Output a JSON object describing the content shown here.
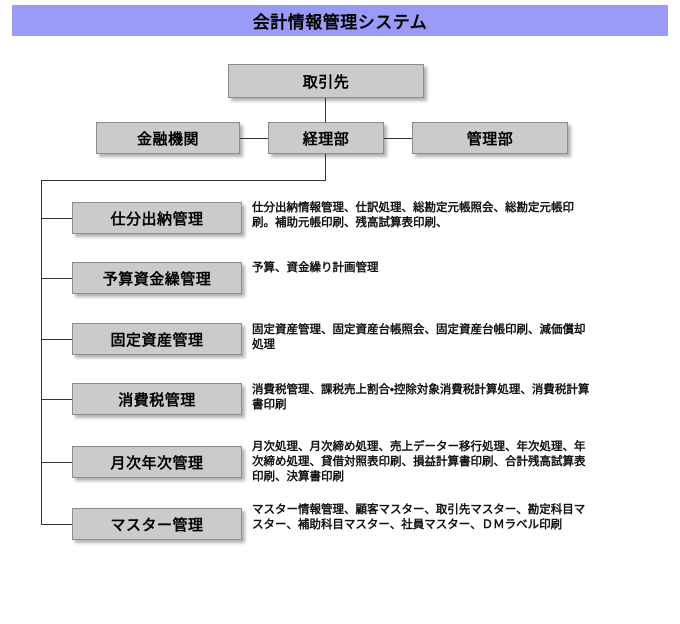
{
  "header": {
    "title": "会計情報管理システム",
    "banner_color": "#9a9af7"
  },
  "org_chart": {
    "top_node": {
      "label": "取引先"
    },
    "left_node": {
      "label": "金融機関"
    },
    "center_node": {
      "label": "経理部"
    },
    "right_node": {
      "label": "管理部"
    }
  },
  "modules": [
    {
      "label": "仕分出納管理",
      "description": "仕分出納情報管理、仕訳処理、総勘定元帳照会、総勘定元帳印刷。補助元帳印刷、残高試算表印刷、"
    },
    {
      "label": "予算資金繰管理",
      "description": "予算、資金繰り計画管理"
    },
    {
      "label": "固定資産管理",
      "description": "固定資産管理、固定資産台帳照会、固定資産台帳印刷、減価償却処理"
    },
    {
      "label": "消費税管理",
      "description": "消費税管理、課税売上割合・控除対象消費税計算処理、消費税計算書印刷"
    },
    {
      "label": "月次年次管理",
      "description": "月次処理、月次締め処理、売上データー移行処理、年次処理、年次締め処理、貸借対照表印刷、損益計算書印刷、合計残高試算表印刷、決算書印刷"
    },
    {
      "label": "マスター管理",
      "description": "マスター情報管理、顧客マスター、取引先マスター、勘定科目マスター、補助科目マスター、社員マスター、ＤＭラベル印刷"
    }
  ],
  "style": {
    "box_fill": "#cbcbcb",
    "box_border": "#8c8c8c",
    "line_color": "#333333",
    "text_color": "#000000"
  }
}
